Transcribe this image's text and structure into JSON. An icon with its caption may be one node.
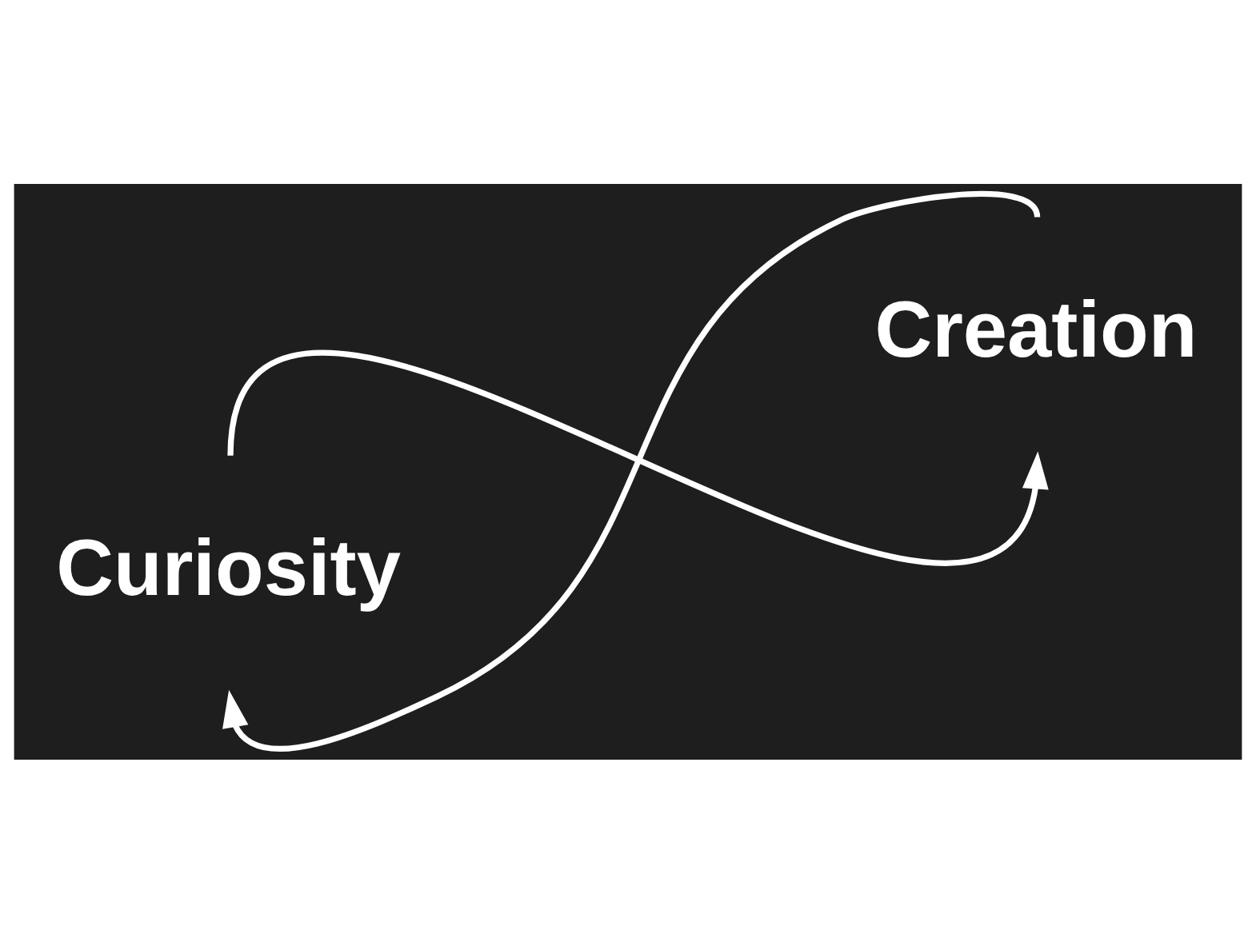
{
  "diagram": {
    "nodes": [
      {
        "text": [
          "Curiosity"
        ]
      },
      {
        "text": [
          "Creation"
        ]
      }
    ],
    "edges": [
      {
        "from": 0,
        "to": 1,
        "arrow": "to"
      },
      {
        "from": 1,
        "to": 0,
        "arrow": "to"
      }
    ]
  }
}
